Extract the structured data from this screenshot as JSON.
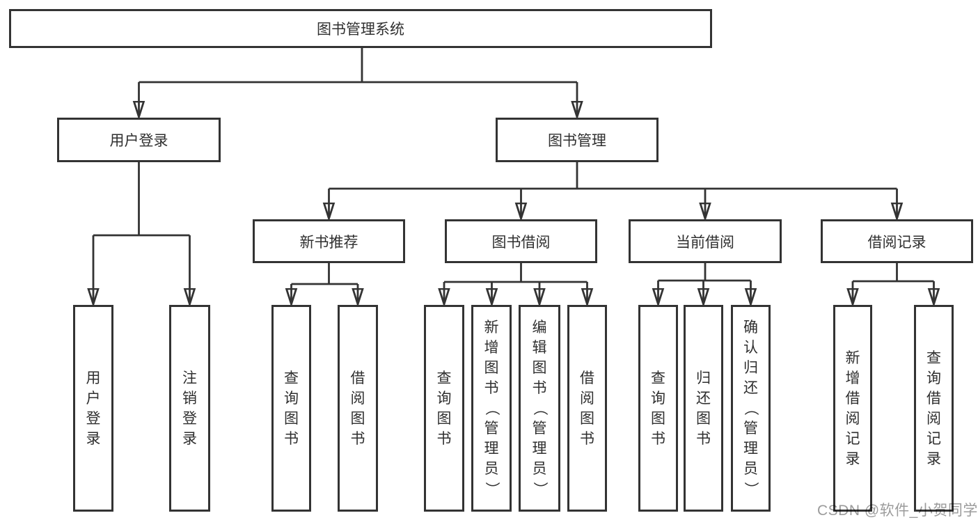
{
  "title": "图书管理系统",
  "colors": {
    "line": "#333333",
    "box_border": "#333333",
    "text": "#2f2f2f",
    "background": "#ffffff",
    "watermark": "#9b9b9b"
  },
  "watermark": {
    "text": "CSDN @软件_小贺同学"
  },
  "tree": {
    "root": {
      "label": "图书管理系统"
    },
    "branches": [
      {
        "label": "用户登录",
        "leaves": [
          "用户登录",
          "注销登录"
        ],
        "children": []
      },
      {
        "label": "图书管理",
        "leaves": [],
        "children": [
          {
            "label": "新书推荐",
            "leaves": [
              "查询图书",
              "借阅图书"
            ]
          },
          {
            "label": "图书借阅",
            "leaves": [
              "查询图书",
              "新增图书（管理员）",
              "编辑图书（管理员）",
              "借阅图书"
            ]
          },
          {
            "label": "当前借阅",
            "leaves": [
              "查询图书",
              "归还图书",
              "确认归还（管理员）"
            ]
          },
          {
            "label": "借阅记录",
            "leaves": [
              "新增借阅记录",
              "查询借阅记录"
            ]
          }
        ]
      }
    ]
  }
}
